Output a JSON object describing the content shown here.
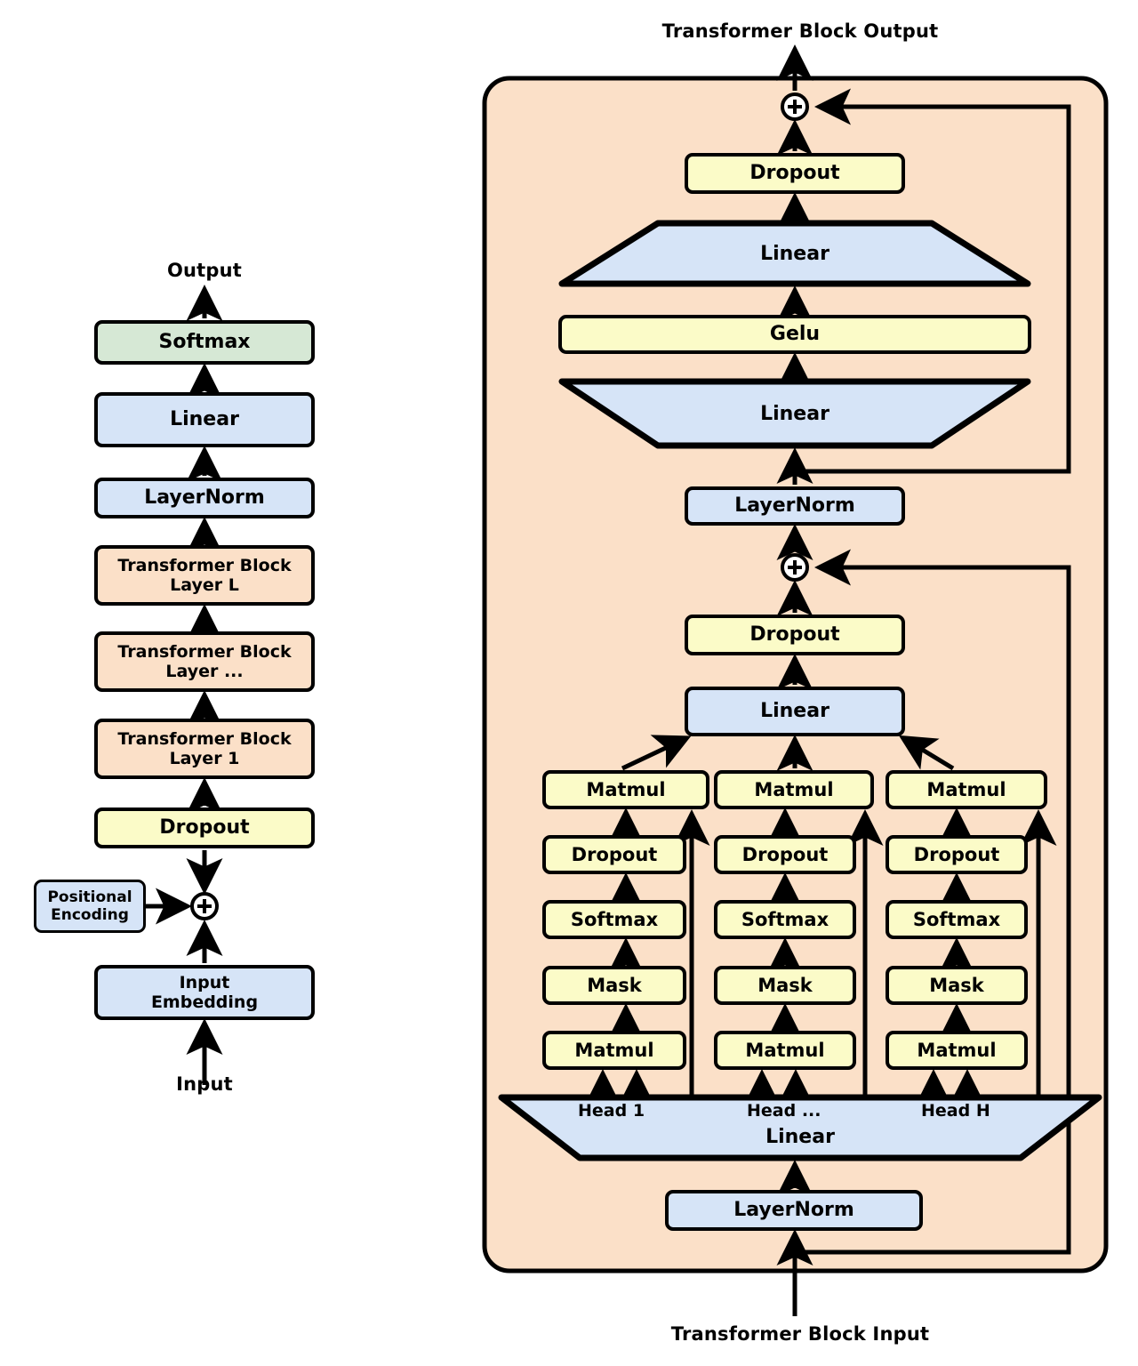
{
  "figure": {
    "type": "diagram",
    "subject": "GPT-style transformer architecture: overall stack (left) and single transformer block internals (right)",
    "colors": {
      "blue": "#d6e4f7",
      "yellow": "#fbfbc8",
      "green": "#d6e8d5",
      "orange": "#fbe0c8",
      "block_panel": "#fbe0c8",
      "stroke": "#000000",
      "background": "#ffffff"
    }
  },
  "left_stack": {
    "top_label": "Output",
    "bottom_label": "Input",
    "nodes": [
      {
        "label": "Softmax",
        "color": "green"
      },
      {
        "label": "Linear",
        "color": "blue"
      },
      {
        "label": "LayerNorm",
        "color": "blue"
      },
      {
        "label": "Transformer Block\nLayer L",
        "color": "orange"
      },
      {
        "label": "Transformer Block\nLayer ...",
        "color": "orange"
      },
      {
        "label": "Transformer Block\nLayer 1",
        "color": "orange"
      },
      {
        "label": "Dropout",
        "color": "yellow"
      },
      {
        "label": "Input\nEmbedding",
        "color": "blue"
      }
    ],
    "side_node": {
      "label": "Positional\nEncoding",
      "color": "blue"
    },
    "add_operator": "+"
  },
  "right_block": {
    "top_label": "Transformer Block Output",
    "bottom_label": "Transformer Block Input",
    "add_operators": [
      "+",
      "+"
    ],
    "mlp": {
      "dropout": "Dropout",
      "linear_out": "Linear",
      "activation": "Gelu",
      "linear_in": "Linear",
      "layernorm": "LayerNorm"
    },
    "attention": {
      "dropout": "Dropout",
      "projection": "Linear",
      "layernorm": "LayerNorm",
      "qkv_linear": "Linear",
      "head_labels": [
        "Head 1",
        "Head ...",
        "Head H"
      ],
      "head_ops": [
        "Matmul",
        "Dropout",
        "Softmax",
        "Mask",
        "Matmul"
      ]
    }
  }
}
